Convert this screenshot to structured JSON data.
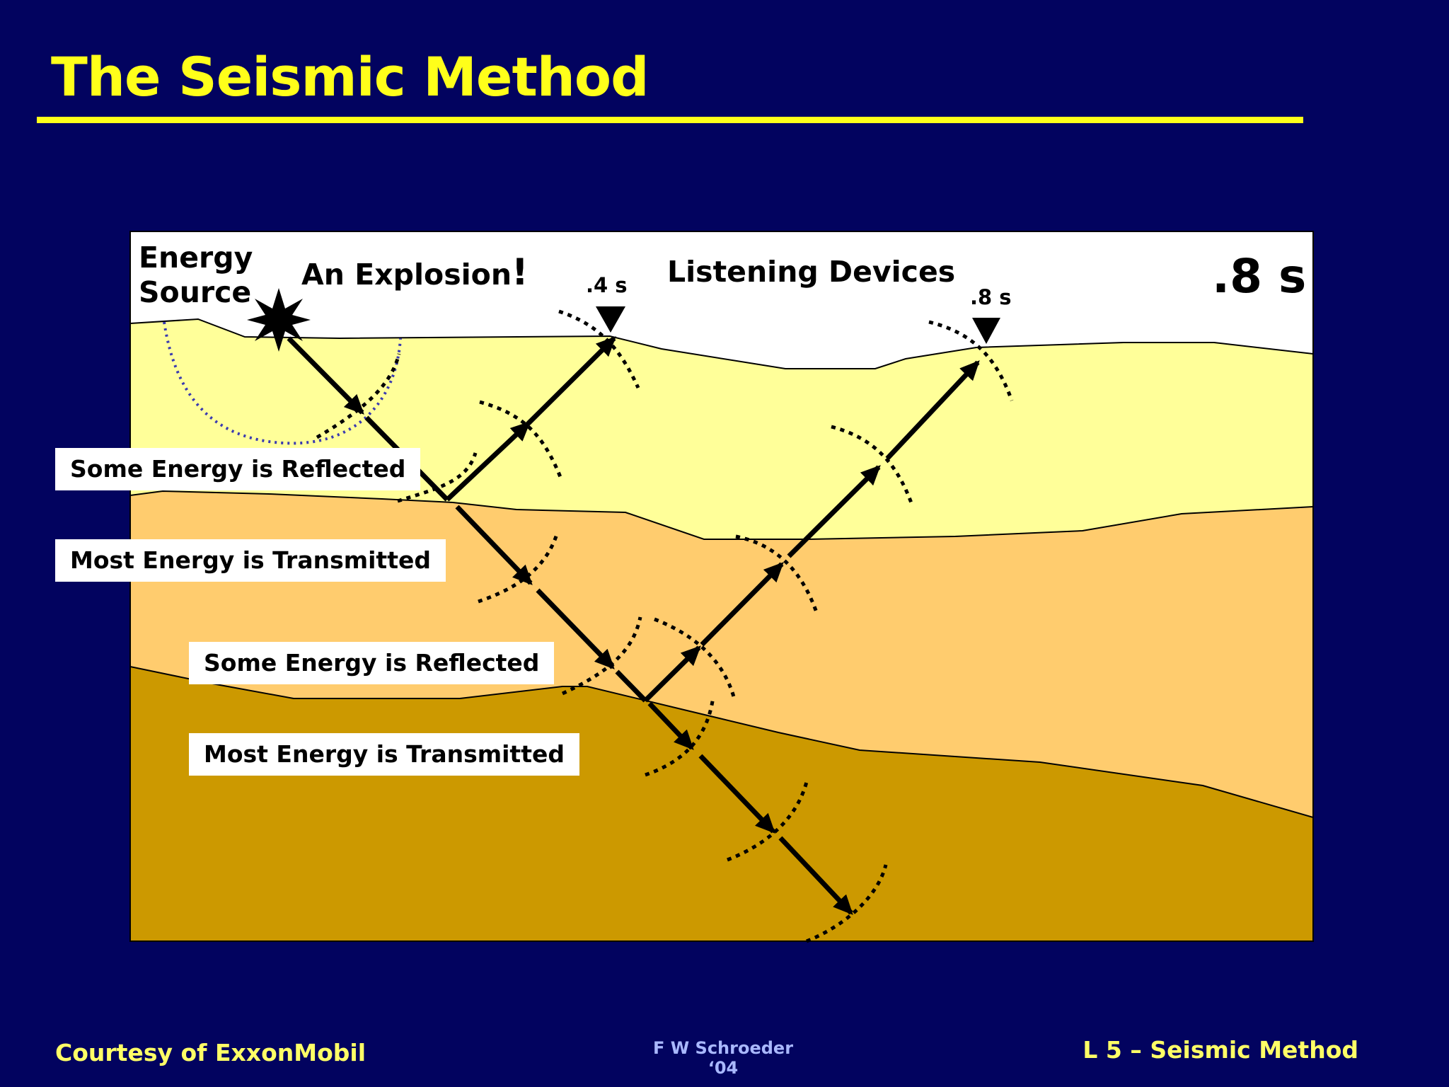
{
  "title": "The Seismic Method",
  "diagram": {
    "energy_source_line1": "Energy",
    "energy_source_line2": "Source",
    "explosion_label": "An Explosion",
    "explosion_mark": "!",
    "listening_devices_label": "Listening Devices",
    "time_main": ".8 s",
    "receiver1_time": ".4 s",
    "receiver2_time": ".8 s",
    "reflected_label_1": "Some Energy is Reflected",
    "transmitted_label_1": "Most Energy is Transmitted",
    "reflected_label_2": "Some Energy is Reflected",
    "transmitted_label_2": "Most Energy is Transmitted",
    "colors": {
      "layer1": "#ffff99",
      "layer2": "#ffcc6e",
      "layer3": "#cc9900",
      "sky": "#ffffff",
      "wavefront_blue": "#3a3ab0"
    }
  },
  "footer": {
    "courtesy": "Courtesy of ExxonMobil",
    "author_line1": "F W Schroeder",
    "author_line2": "‘04",
    "lecture": "L 5 – Seismic Method"
  }
}
